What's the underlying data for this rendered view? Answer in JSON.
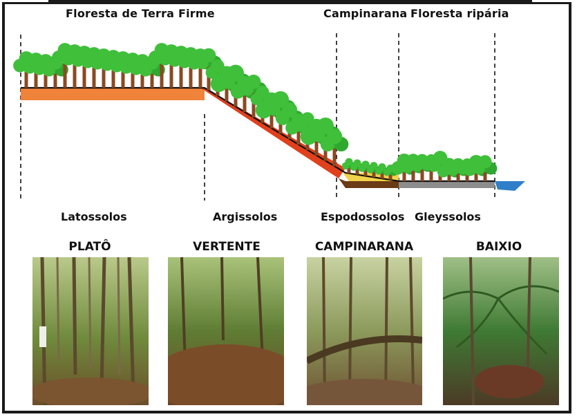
{
  "header_labels": {
    "terra_firme": "Floresta de Terra Firme",
    "campinarana": "Campinarana",
    "riparia": "Floresta ripária"
  },
  "soil_labels": {
    "latossolos": "Latossolos",
    "argissolos": "Argissolos",
    "espodossolos": "Espodossolos",
    "gleyssolos": "Gleyssolos"
  },
  "photos": [
    {
      "title": "PLATÔ"
    },
    {
      "title": "VERTENTE"
    },
    {
      "title": "CAMPINARANA"
    },
    {
      "title": "BAIXIO"
    }
  ],
  "colors": {
    "latossolo": "#f0833a",
    "argissolo": "#e0401c",
    "espodossolo": "#f2d24a",
    "gleyssolo": "#8d8d8d",
    "water": "#2f7fc8",
    "canopy": "#2fa82f",
    "trunk": "#8a4a22"
  }
}
